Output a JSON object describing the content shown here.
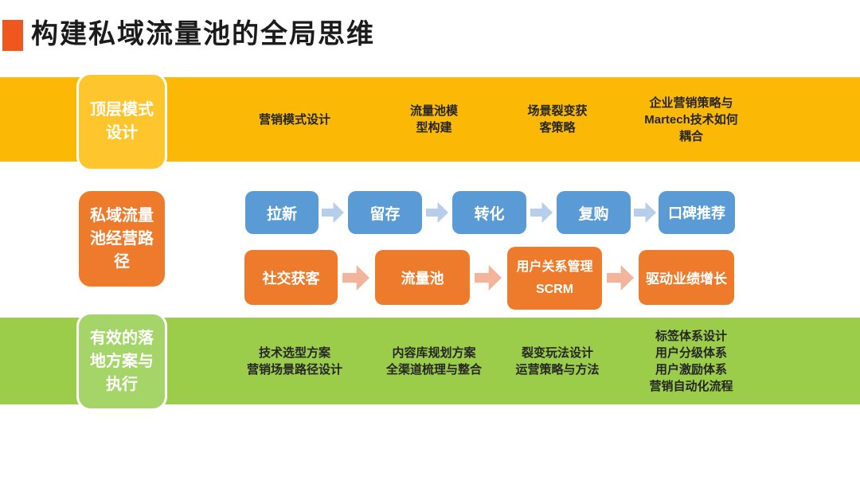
{
  "slide": {
    "title": "构建私域流量池的全局思维"
  },
  "colors": {
    "title_bullet": "#F0571E",
    "band_top": "#FBB905",
    "band_top_label": "#FFC52D",
    "mid_label": "#EE7B2C",
    "band_bottom": "#9BCD4A",
    "band_bottom_label": "#A5D468",
    "flow_blue_box": "#5B9BD5",
    "flow_blue_arrow": "#B7CEEB",
    "flow_orange_box": "#EE7B2C",
    "flow_orange_arrow": "#F2B59B",
    "band_text": "#262626"
  },
  "band_top": {
    "label": "顶层模式\n设计",
    "items": [
      "营销模式设计",
      "流量池模\n型构建",
      "场景裂变获\n客策略",
      "企业营销策略与\nMartech技术如何\n耦合"
    ]
  },
  "band_mid": {
    "label": "私域流量\n池经营路\n径",
    "flow_row1": [
      "拉新",
      "留存",
      "转化",
      "复购",
      "口碑推荐"
    ],
    "flow_row2": [
      "社交获客",
      "流量池",
      "用户关系管理\nSCRM",
      "驱动业绩增长"
    ]
  },
  "band_bottom": {
    "label": "有效的落\n地方案与\n执行",
    "items": [
      "技术选型方案\n营销场景路径设计",
      "内容库规划方案\n全渠道梳理与整合",
      "裂变玩法设计\n运营策略与方法",
      "标签体系设计\n用户分级体系\n用户激励体系\n营销自动化流程"
    ]
  }
}
